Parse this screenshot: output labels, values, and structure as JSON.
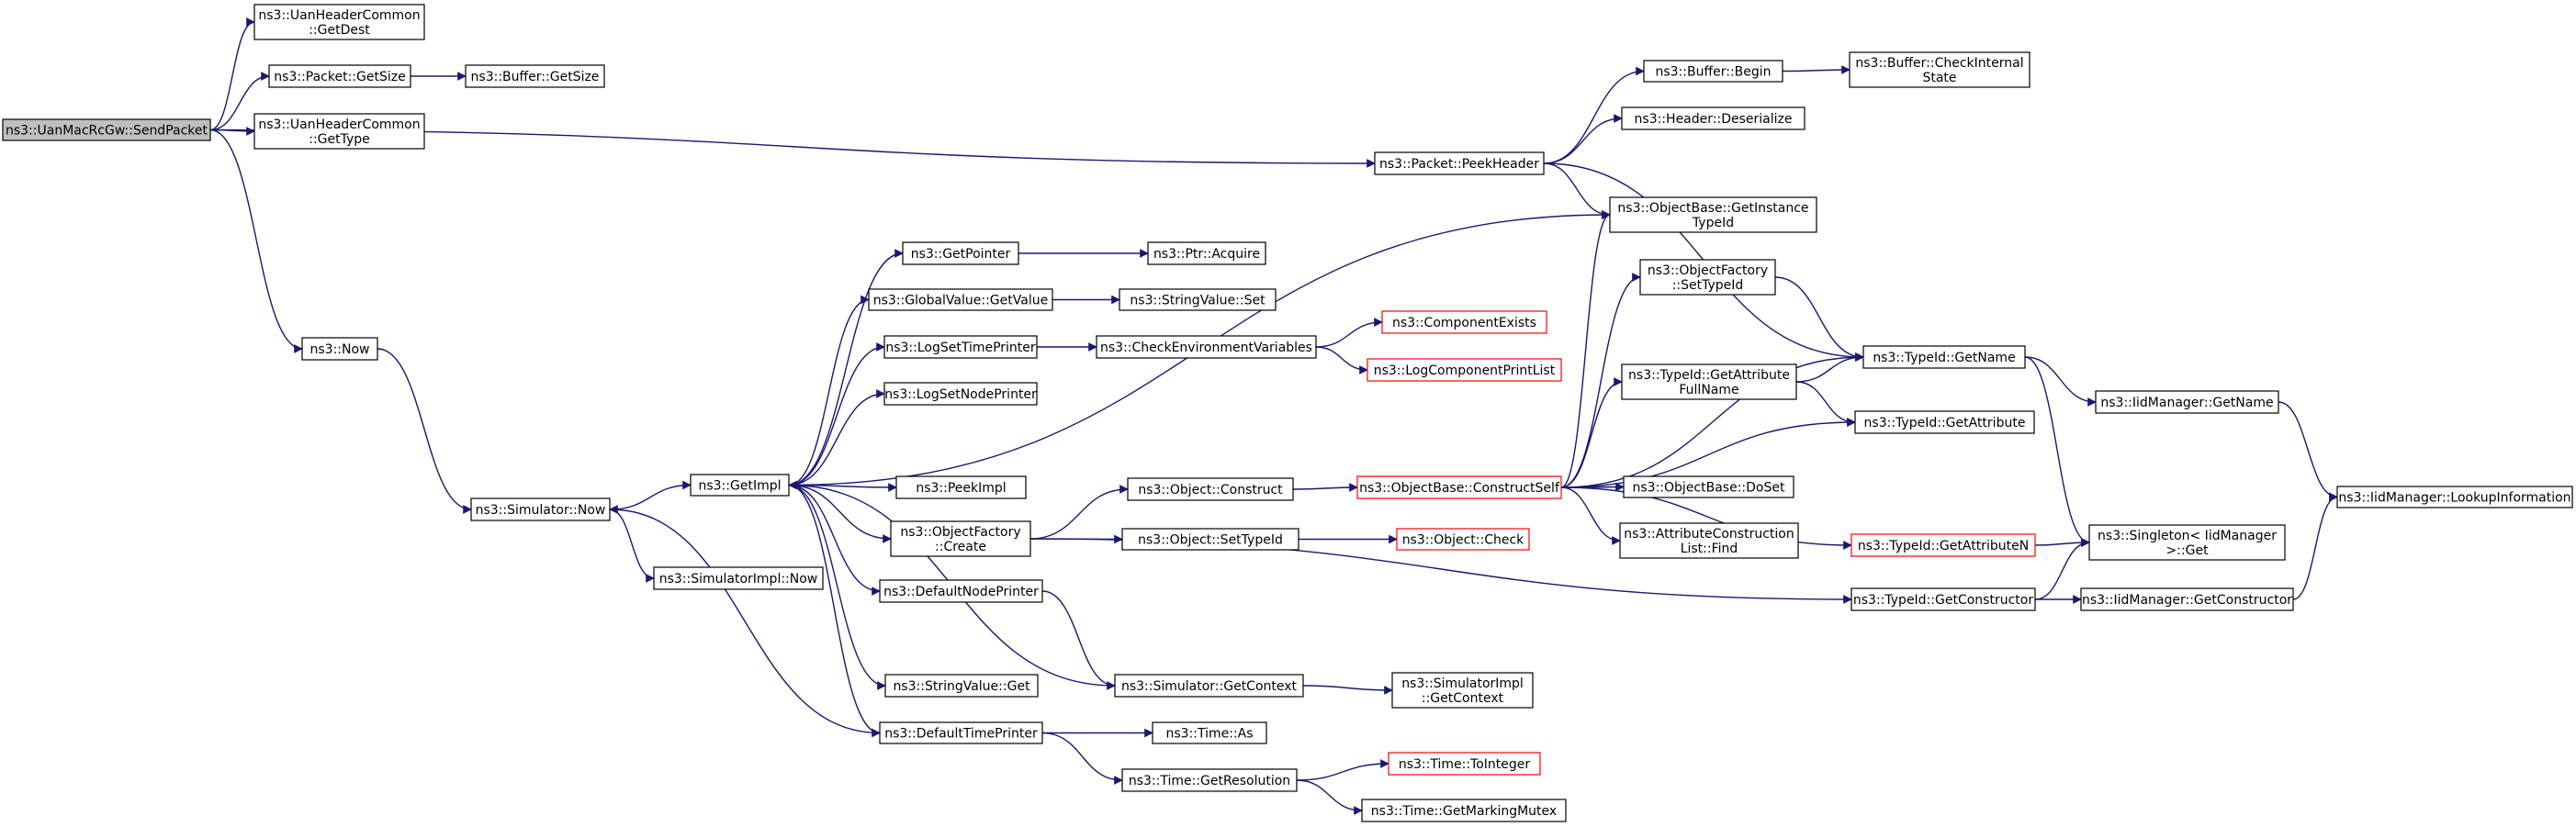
{
  "diagram": {
    "title": "",
    "edge_color": "#191970",
    "root_fill": "#bfbfbf",
    "truncated_border_color": "#ff0000",
    "nodes": {
      "sendpacket": {
        "lines": [
          "ns3::UanMacRcGw::SendPacket"
        ],
        "root": true
      },
      "getdest": {
        "lines": [
          "ns3::UanHeaderCommon",
          "::GetDest"
        ]
      },
      "packet_getsize": {
        "lines": [
          "ns3::Packet::GetSize"
        ]
      },
      "buffer_getsize": {
        "lines": [
          "ns3::Buffer::GetSize"
        ]
      },
      "gettype": {
        "lines": [
          "ns3::UanHeaderCommon",
          "::GetType"
        ]
      },
      "peekheader": {
        "lines": [
          "ns3::Packet::PeekHeader"
        ]
      },
      "buffer_begin": {
        "lines": [
          "ns3::Buffer::Begin"
        ]
      },
      "checkinternal": {
        "lines": [
          "ns3::Buffer::CheckInternal",
          "State"
        ]
      },
      "header_deserialize": {
        "lines": [
          "ns3::Header::Deserialize"
        ]
      },
      "getinstancetypeid": {
        "lines": [
          "ns3::ObjectBase::GetInstance",
          "TypeId"
        ]
      },
      "now": {
        "lines": [
          "ns3::Now"
        ]
      },
      "sim_now": {
        "lines": [
          "ns3::Simulator::Now"
        ]
      },
      "simimpl_now": {
        "lines": [
          "ns3::SimulatorImpl::Now"
        ]
      },
      "getimpl": {
        "lines": [
          "ns3::GetImpl"
        ]
      },
      "getpointer": {
        "lines": [
          "ns3::GetPointer"
        ]
      },
      "ptr_acquire": {
        "lines": [
          "ns3::Ptr::Acquire"
        ]
      },
      "gv_getvalue": {
        "lines": [
          "ns3::GlobalValue::GetValue"
        ]
      },
      "sv_set": {
        "lines": [
          "ns3::StringValue::Set"
        ]
      },
      "logsettimeprinter": {
        "lines": [
          "ns3::LogSetTimePrinter"
        ]
      },
      "checkenv": {
        "lines": [
          "ns3::CheckEnvironmentVariables"
        ]
      },
      "componentexists": {
        "lines": [
          "ns3::ComponentExists"
        ],
        "truncated": true
      },
      "logcomponentprintlist": {
        "lines": [
          "ns3::LogComponentPrintList"
        ],
        "truncated": true
      },
      "logsetnodeprinter": {
        "lines": [
          "ns3::LogSetNodePrinter"
        ]
      },
      "peekimpl": {
        "lines": [
          "ns3::PeekImpl"
        ]
      },
      "of_create": {
        "lines": [
          "ns3::ObjectFactory",
          "::Create"
        ]
      },
      "obj_construct": {
        "lines": [
          "ns3::Object::Construct"
        ]
      },
      "constructself": {
        "lines": [
          "ns3::ObjectBase::ConstructSelf"
        ],
        "truncated": true
      },
      "obj_settypeid": {
        "lines": [
          "ns3::Object::SetTypeId"
        ]
      },
      "obj_check": {
        "lines": [
          "ns3::Object::Check"
        ],
        "truncated": true
      },
      "defaultnodeprinter": {
        "lines": [
          "ns3::DefaultNodePrinter"
        ]
      },
      "sv_get": {
        "lines": [
          "ns3::StringValue::Get"
        ]
      },
      "defaulttimeprinter": {
        "lines": [
          "ns3::DefaultTimePrinter"
        ]
      },
      "sim_getcontext": {
        "lines": [
          "ns3::Simulator::GetContext"
        ]
      },
      "simimpl_getcontext": {
        "lines": [
          "ns3::SimulatorImpl",
          "::GetContext"
        ]
      },
      "time_as": {
        "lines": [
          "ns3::Time::As"
        ]
      },
      "time_getresolution": {
        "lines": [
          "ns3::Time::GetResolution"
        ]
      },
      "time_tointeger": {
        "lines": [
          "ns3::Time::ToInteger"
        ],
        "truncated": true
      },
      "time_getmarkingmutex": {
        "lines": [
          "ns3::Time::GetMarkingMutex"
        ]
      },
      "of_settypeid": {
        "lines": [
          "ns3::ObjectFactory",
          "::SetTypeId"
        ]
      },
      "tid_getattrfullname": {
        "lines": [
          "ns3::TypeId::GetAttribute",
          "FullName"
        ]
      },
      "tid_getname": {
        "lines": [
          "ns3::TypeId::GetName"
        ]
      },
      "tid_getattribute": {
        "lines": [
          "ns3::TypeId::GetAttribute"
        ]
      },
      "iid_getname": {
        "lines": [
          "ns3::IidManager::GetName"
        ]
      },
      "ob_doset": {
        "lines": [
          "ns3::ObjectBase::DoSet"
        ]
      },
      "acl_find": {
        "lines": [
          "ns3::AttributeConstruction",
          "List::Find"
        ]
      },
      "tid_getattributen": {
        "lines": [
          "ns3::TypeId::GetAttributeN"
        ],
        "truncated": true
      },
      "singleton_get": {
        "lines": [
          "ns3::Singleton< IidManager",
          " >::Get"
        ]
      },
      "tid_getconstructor": {
        "lines": [
          "ns3::TypeId::GetConstructor"
        ]
      },
      "iid_getconstructor": {
        "lines": [
          "ns3::IidManager::GetConstructor"
        ]
      },
      "iid_lookupinfo": {
        "lines": [
          "ns3::IidManager::LookupInformation"
        ]
      }
    },
    "edges": [
      [
        "sendpacket",
        "getdest"
      ],
      [
        "sendpacket",
        "packet_getsize"
      ],
      [
        "sendpacket",
        "gettype"
      ],
      [
        "sendpacket",
        "peekheader"
      ],
      [
        "sendpacket",
        "now"
      ],
      [
        "packet_getsize",
        "buffer_getsize"
      ],
      [
        "peekheader",
        "buffer_begin"
      ],
      [
        "peekheader",
        "header_deserialize"
      ],
      [
        "peekheader",
        "getinstancetypeid"
      ],
      [
        "peekheader",
        "tid_getname"
      ],
      [
        "buffer_begin",
        "checkinternal"
      ],
      [
        "now",
        "sim_now"
      ],
      [
        "sim_now",
        "getimpl"
      ],
      [
        "sim_now",
        "simimpl_now"
      ],
      [
        "getimpl",
        "getpointer"
      ],
      [
        "getimpl",
        "gv_getvalue"
      ],
      [
        "getimpl",
        "logsettimeprinter"
      ],
      [
        "getimpl",
        "logsetnodeprinter"
      ],
      [
        "getimpl",
        "getinstancetypeid"
      ],
      [
        "getimpl",
        "peekimpl"
      ],
      [
        "getimpl",
        "of_create"
      ],
      [
        "getimpl",
        "defaultnodeprinter"
      ],
      [
        "getimpl",
        "sv_get"
      ],
      [
        "getimpl",
        "defaulttimeprinter"
      ],
      [
        "getpointer",
        "ptr_acquire"
      ],
      [
        "gv_getvalue",
        "sv_set"
      ],
      [
        "logsettimeprinter",
        "checkenv"
      ],
      [
        "checkenv",
        "componentexists"
      ],
      [
        "checkenv",
        "logcomponentprintlist"
      ],
      [
        "of_create",
        "obj_construct"
      ],
      [
        "of_create",
        "obj_settypeid"
      ],
      [
        "of_create",
        "tid_getconstructor"
      ],
      [
        "obj_construct",
        "constructself"
      ],
      [
        "obj_settypeid",
        "obj_check"
      ],
      [
        "constructself",
        "getinstancetypeid"
      ],
      [
        "constructself",
        "of_settypeid"
      ],
      [
        "constructself",
        "tid_getattrfullname"
      ],
      [
        "constructself",
        "tid_getname"
      ],
      [
        "constructself",
        "tid_getattribute"
      ],
      [
        "constructself",
        "ob_doset"
      ],
      [
        "constructself",
        "acl_find"
      ],
      [
        "constructself",
        "tid_getattributen"
      ],
      [
        "defaultnodeprinter",
        "sim_getcontext"
      ],
      [
        "sim_getcontext",
        "getimpl"
      ],
      [
        "sim_getcontext",
        "simimpl_getcontext"
      ],
      [
        "defaulttimeprinter",
        "sim_now"
      ],
      [
        "defaulttimeprinter",
        "time_as"
      ],
      [
        "defaulttimeprinter",
        "time_getresolution"
      ],
      [
        "time_getresolution",
        "time_tointeger"
      ],
      [
        "time_getresolution",
        "time_getmarkingmutex"
      ],
      [
        "of_settypeid",
        "tid_getname"
      ],
      [
        "tid_getattrfullname",
        "tid_getname"
      ],
      [
        "tid_getattrfullname",
        "tid_getattribute"
      ],
      [
        "tid_getname",
        "iid_getname"
      ],
      [
        "tid_getname",
        "singleton_get"
      ],
      [
        "iid_getname",
        "iid_lookupinfo"
      ],
      [
        "tid_getattributen",
        "singleton_get"
      ],
      [
        "tid_getconstructor",
        "singleton_get"
      ],
      [
        "tid_getconstructor",
        "iid_getconstructor"
      ],
      [
        "iid_getconstructor",
        "iid_lookupinfo"
      ]
    ]
  }
}
